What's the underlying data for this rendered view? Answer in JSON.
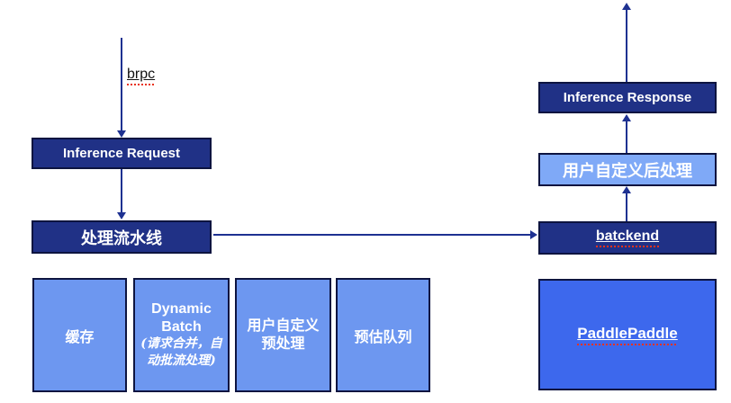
{
  "diagram": {
    "title_none": "",
    "edge_label": {
      "brpc": "brpc"
    },
    "nodes": {
      "inference_request": {
        "label": "Inference Request"
      },
      "pipeline": {
        "label": "处理流水线"
      },
      "cache": {
        "label": "缓存"
      },
      "dynamic_batch": {
        "label_en": "Dynamic Batch",
        "label_zh": "(请求合并，自动批流处理)"
      },
      "user_preprocess": {
        "lines": [
          "用户自定义",
          "预处理"
        ]
      },
      "predict_queue": {
        "label": "预估队列"
      },
      "batckend": {
        "label": "batckend"
      },
      "user_postprocess": {
        "label": "用户自定义后处理"
      },
      "inference_response": {
        "label": "Inference Response"
      },
      "paddlepaddle": {
        "label": "PaddlePaddle"
      }
    },
    "colors": {
      "navy_box": "#203186",
      "medium_blue_box": "#6d97f0",
      "light_blue_box": "#7fa9f7",
      "paddle_blue_box": "#3d68ed",
      "box_border": "#0d1440",
      "arrow": "#1e3191",
      "spellcheck_squiggle": "#e8321e",
      "text_on_boxes": "#ffffff",
      "edge_label_text": "#111111"
    }
  }
}
